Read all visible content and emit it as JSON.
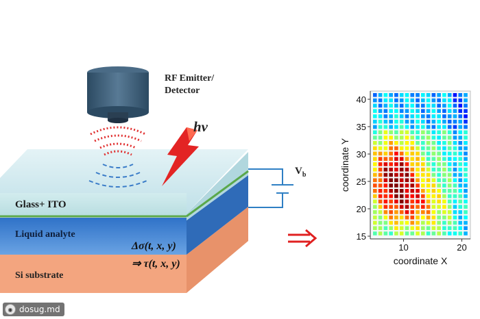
{
  "emitter": {
    "label_line1": "RF Emitter/",
    "label_line2": "Detector"
  },
  "photon_label": "hν",
  "voltage": {
    "symbol": "V",
    "subscript": "b"
  },
  "layers": {
    "glass": "Glass+ ITO",
    "liquid": "Liquid analyte",
    "substrate": "Si  substrate"
  },
  "formula": {
    "line1": "Δσ(t, x, y)",
    "line2": "⇒ τ(t, x, y)"
  },
  "map": {
    "xlabel": "coordinate X",
    "ylabel": "coordinate Y",
    "xticks": [
      "10",
      "20"
    ],
    "yticks": [
      "15",
      "20",
      "25",
      "30",
      "35",
      "40"
    ],
    "xrange": [
      5,
      21
    ],
    "yrange": [
      15,
      41
    ]
  },
  "colors": {
    "glass_top": "#cde8ee",
    "liquid": "#3d7fd1",
    "substrate": "#f2a27a",
    "arrow": "#e02020",
    "emitter": "#3f5f78",
    "circuit": "#2e7fc4",
    "green_line": "#5aa84a"
  },
  "watermark": "dosug.md"
}
